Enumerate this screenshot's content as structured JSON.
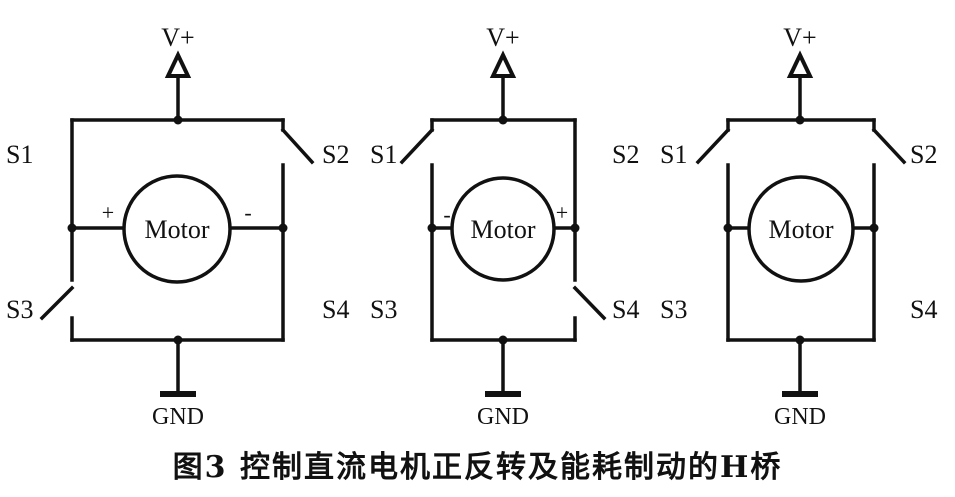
{
  "circuits": [
    {
      "supply": "V+",
      "ground": "GND",
      "motor": "Motor",
      "left_polarity": "+",
      "right_polarity": "-",
      "s1": "S1",
      "s2": "S2",
      "s3": "S3",
      "s4": "S4"
    },
    {
      "supply": "V+",
      "ground": "GND",
      "motor": "Motor",
      "left_polarity": "-",
      "right_polarity": "+",
      "s1": "S1",
      "s2": "S2",
      "s3": "S3",
      "s4": "S4"
    },
    {
      "supply": "V+",
      "ground": "GND",
      "motor": "Motor",
      "s1": "S1",
      "s2": "S2",
      "s3": "S3",
      "s4": "S4"
    }
  ],
  "caption": "图3   控制直流电机正反转及能耗制动的H桥"
}
